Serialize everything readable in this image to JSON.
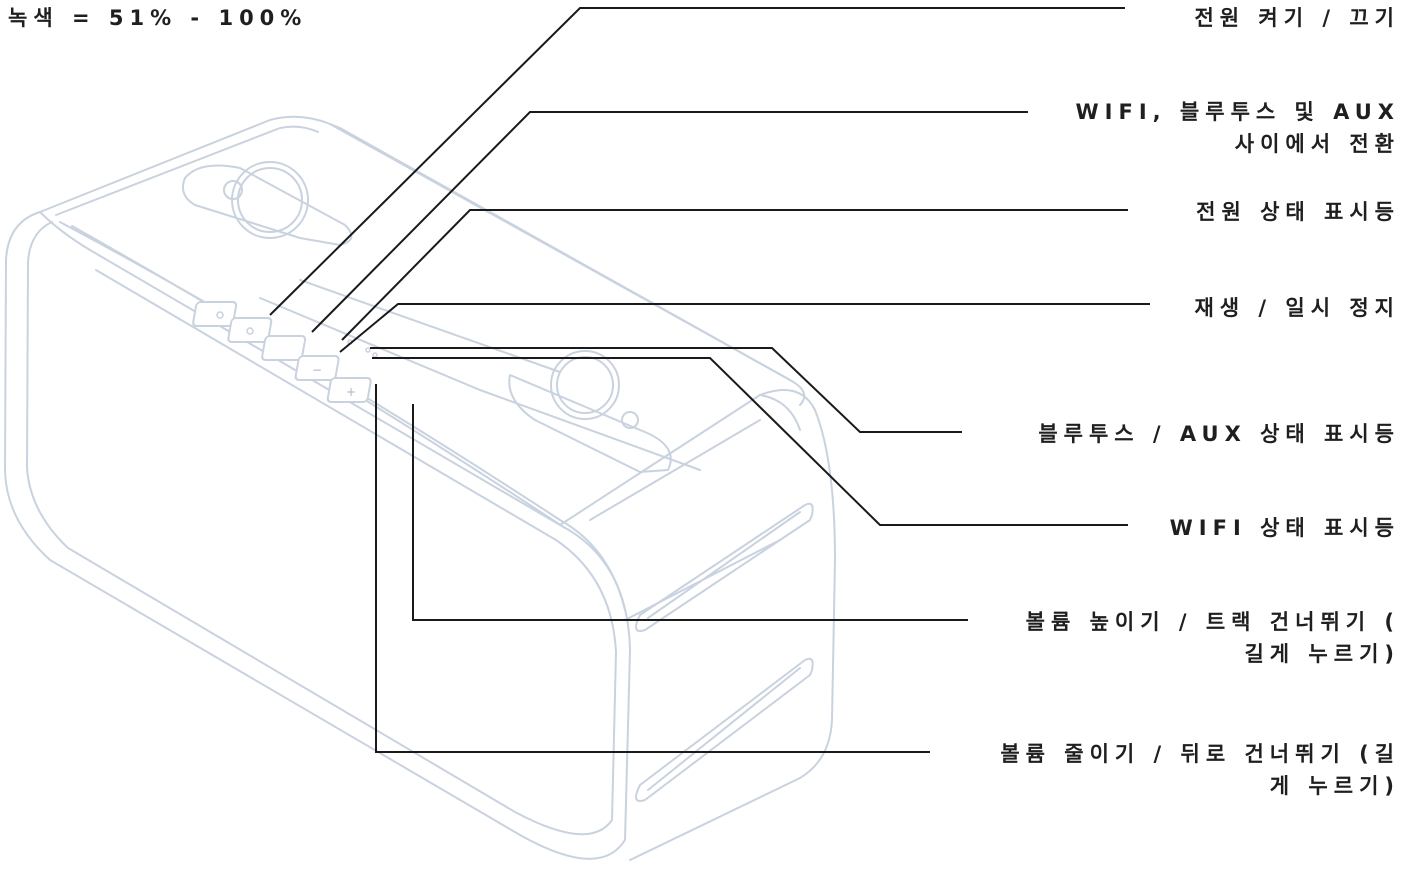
{
  "legend": "녹색 = 51% - 100%",
  "callouts": {
    "power": "전원 켜기 / 끄기",
    "switch_source": "WIFI, 블루투스 및 AUX\n사이에서 전환",
    "power_indicator": "전원 상태 표시등",
    "play_pause": "재생 / 일시 정지",
    "bt_aux_indicator": "블루투스 / AUX 상태 표시등",
    "wifi_indicator": "WIFI 상태 표시등",
    "volume_up": "볼륨 높이기 / 트랙 건너뛰기 (\n길게 누르기)",
    "volume_down": "볼륨 줄이기 / 뒤로 건너뛰기 (길\n게 누르기)"
  },
  "buttons": {
    "minus_symbol": "−",
    "plus_symbol": "+"
  },
  "colors": {
    "device_outline": "#c9d2df",
    "leader_line": "#1a1a1a",
    "text": "#1f1f1f"
  }
}
